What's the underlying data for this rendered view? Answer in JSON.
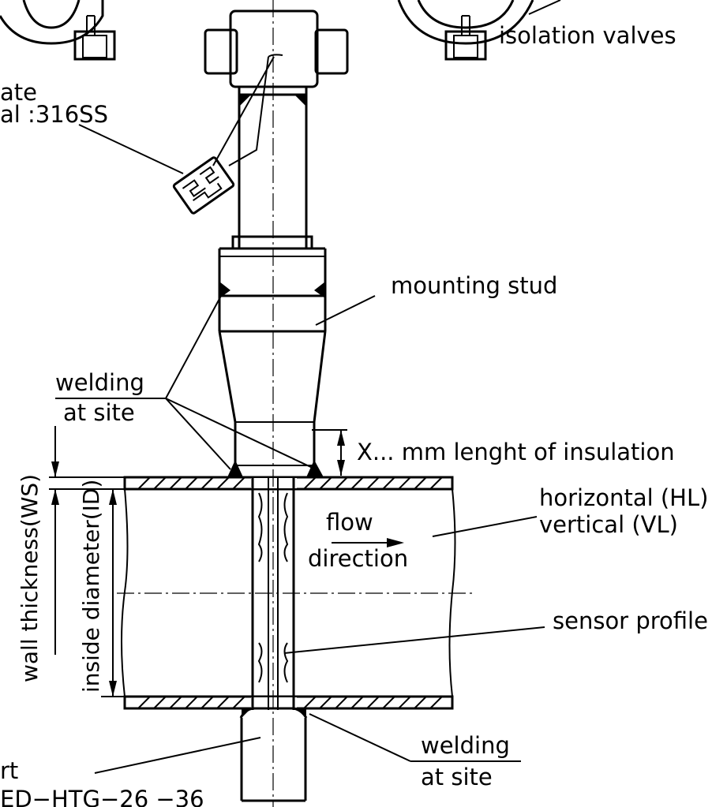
{
  "labels": {
    "isolation_valves": "isolation valves",
    "tag_plate_line1": "ate",
    "tag_plate_line2": "al :316SS",
    "mounting_stud": "mounting stud",
    "welding_top_line1": "welding",
    "welding_top_line2": "at site",
    "insulation": "X... mm lenght of insulation",
    "wall_thickness": "wall thickness(WS)",
    "inside_diameter": "inside diameter(ID)",
    "flow_line1": "flow",
    "flow_line2": "direction",
    "orientation_line1": "horizontal (HL)",
    "orientation_line2": "vertical (VL)",
    "sensor_profile": "sensor profile",
    "welding_bottom_line1": "welding",
    "welding_bottom_line2": "at site",
    "support_line1": "rt",
    "support_line2": "ED−HTG−26 −36"
  },
  "colors": {
    "ink": "#000000",
    "paper": "#ffffff"
  }
}
